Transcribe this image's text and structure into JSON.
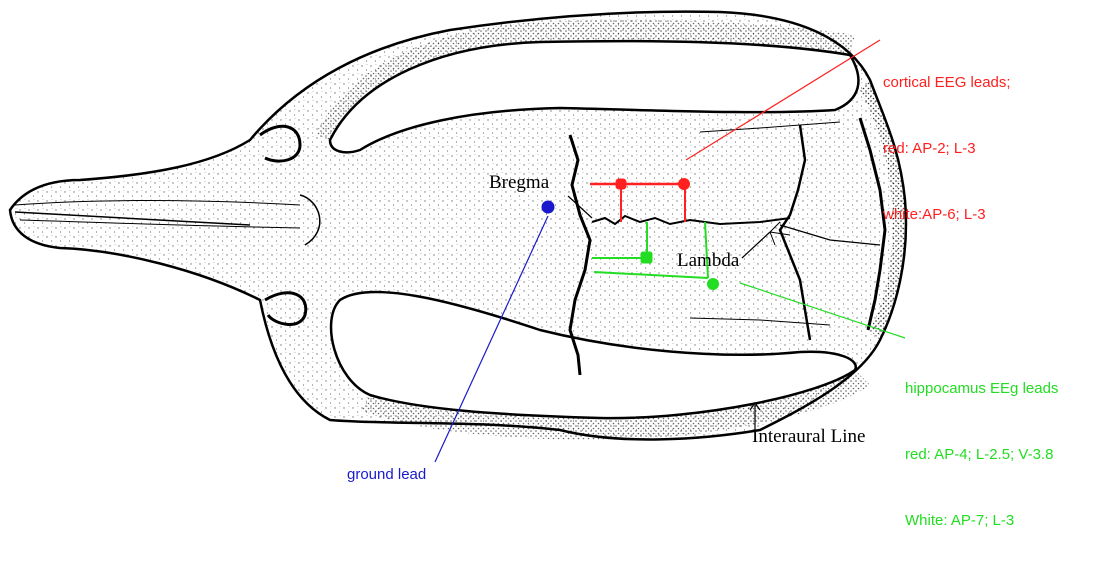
{
  "colors": {
    "cortical": "#ff2020",
    "hippocampus": "#22dd22",
    "ground": "#1a1acc",
    "ink": "#000000",
    "background": "#ffffff"
  },
  "labels": {
    "bregma": "Bregma",
    "lambda": "Lambda",
    "interaural_line": "Interaural Line",
    "cortical": {
      "line1": "cortical EEG leads;",
      "line2": "red: AP-2; L-3",
      "line3": "white:AP-6; L-3"
    },
    "hippocampus": {
      "line1": "hippocamus EEg leads",
      "line2": "red: AP-4; L-2.5; V-3.8",
      "line3": "White: AP-7; L-3"
    },
    "ground": "ground lead"
  }
}
